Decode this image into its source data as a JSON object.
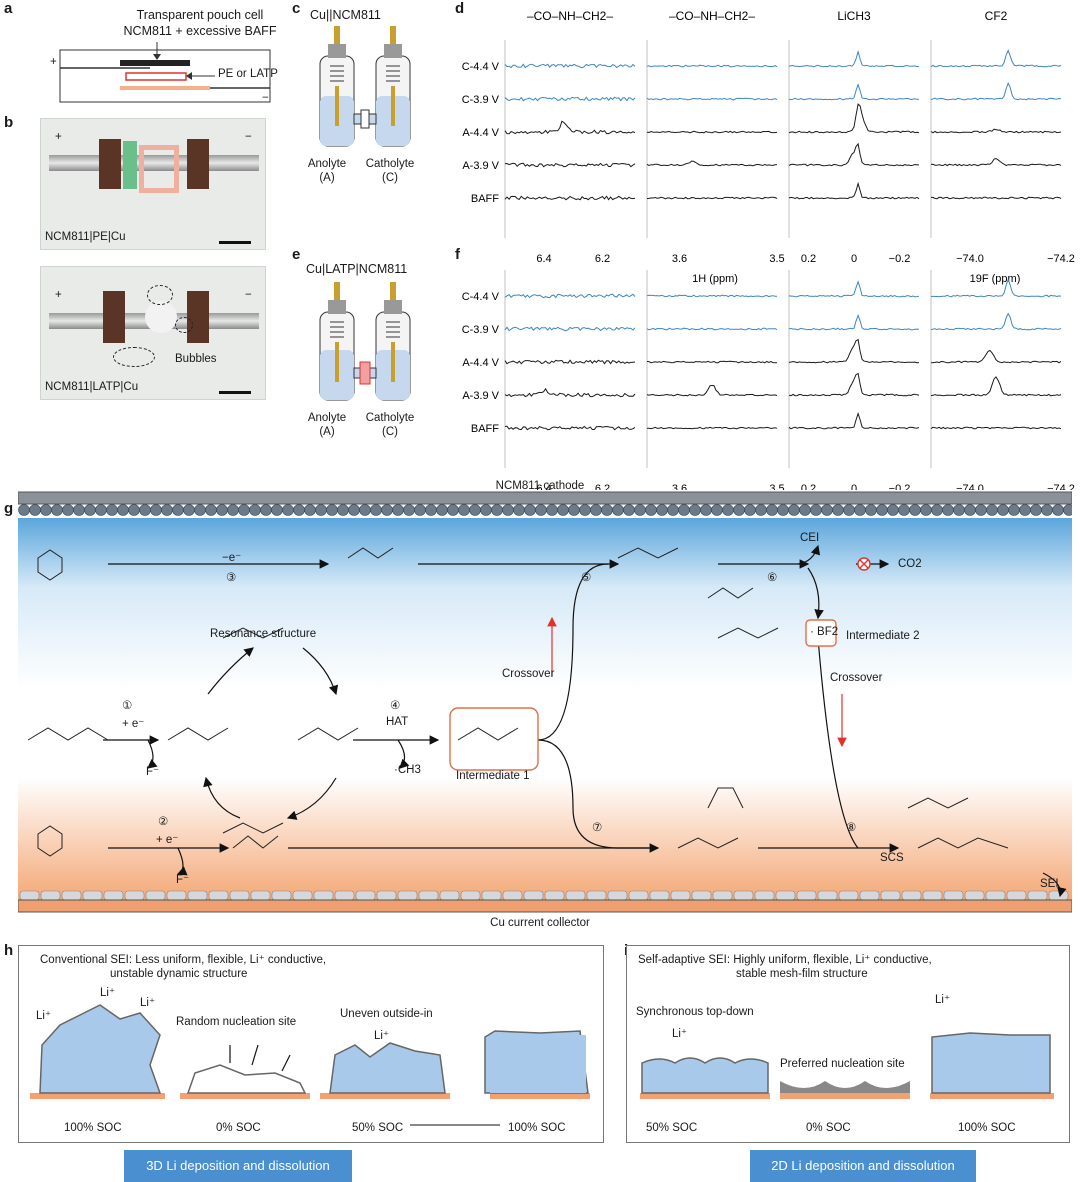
{
  "panel_letters": {
    "a": "a",
    "b": "b",
    "c": "c",
    "d": "d",
    "e": "e",
    "f": "f",
    "g": "g",
    "h": "h",
    "i": "i"
  },
  "panel_a": {
    "title_line1": "Transparent pouch cell",
    "title_line2": "NCM811 + excessive BAFF",
    "separator_label": "PE or LATP",
    "plus": "+",
    "minus": "−"
  },
  "panel_b": {
    "photo1_caption": "NCM811|PE|Cu",
    "photo2_caption": "NCM811|LATP|Cu",
    "bubbles_label": "Bubbles",
    "plus": "+",
    "minus": "−"
  },
  "panel_c": {
    "title": "Cu||NCM811",
    "anolyte": "Anolyte",
    "anolyte_tag": "(A)",
    "catholyte": "Catholyte",
    "catholyte_tag": "(C)"
  },
  "panel_e": {
    "title": "Cu|LATP|NCM811",
    "anolyte": "Anolyte",
    "anolyte_tag": "(A)",
    "catholyte": "Catholyte",
    "catholyte_tag": "(C)"
  },
  "nmr": {
    "column_headers": [
      "–CO–NH–CH2–",
      "–CO–NH–CH2–",
      "LiCH3",
      "CF2"
    ],
    "rows": [
      "C-4.4 V",
      "C-3.9 V",
      "A-4.4 V",
      "A-3.9 V",
      "BAFF"
    ],
    "x_ticks_col1": [
      "6.4",
      "6.2"
    ],
    "x_ticks_col2": [
      "3.6",
      "3.5"
    ],
    "x_ticks_col3": [
      "0.2",
      "0",
      "−0.2"
    ],
    "x_ticks_col4": [
      "−74.0",
      "−74.2"
    ],
    "xlabel_h": "1H (ppm)",
    "xlabel_f": "19F (ppm)"
  },
  "panel_g": {
    "cathode": "NCM811 cathode",
    "collector": "Cu current collector",
    "step1": "①",
    "step2": "②",
    "step3": "③",
    "step4": "④",
    "step5": "⑤",
    "step6": "⑥",
    "step7": "⑦",
    "step8": "⑧",
    "minus_e": "−e⁻",
    "plus_e1": "+ e⁻",
    "plus_e2": "+ e⁻",
    "resonance": "Resonance structure",
    "hat": "HAT",
    "methyl": "·CH3",
    "fluoride1": "F⁻",
    "fluoride2": "F⁻",
    "crossover1": "Crossover",
    "crossover2": "Crossover",
    "intermediate1": "Intermediate 1",
    "intermediate2": "Intermediate 2",
    "bf2_radical": "· BF2",
    "cei": "CEI",
    "co2": "CO2",
    "scs": "SCS",
    "sei": "SEI"
  },
  "panel_h": {
    "title": "Conventional SEI: Less uniform, flexible, Li⁺ conductive,",
    "title2": "unstable dynamic structure",
    "random": "Random nucleation site",
    "uneven": "Uneven outside-in",
    "soc100": "100% SOC",
    "soc0": "0% SOC",
    "soc50": "50% SOC",
    "center_soc": "100% SOC",
    "banner": "3D Li deposition and dissolution",
    "li": "Li⁺"
  },
  "panel_i": {
    "title": "Self-adaptive SEI: Highly uniform, flexible, Li⁺ conductive,",
    "title2": "stable mesh-film structure",
    "sync": "Synchronous top-down",
    "preferred": "Preferred nucleation site",
    "soc50": "50% SOC",
    "soc0": "0% SOC",
    "soc100": "100% SOC",
    "banner": "2D Li deposition and dissolution",
    "li": "Li⁺"
  },
  "colors": {
    "blue_trace": "#3d86c6",
    "black_trace": "#1a1a1a",
    "red": "#e0322b",
    "orange": "#f0a070",
    "banner": "#4a90d0"
  }
}
